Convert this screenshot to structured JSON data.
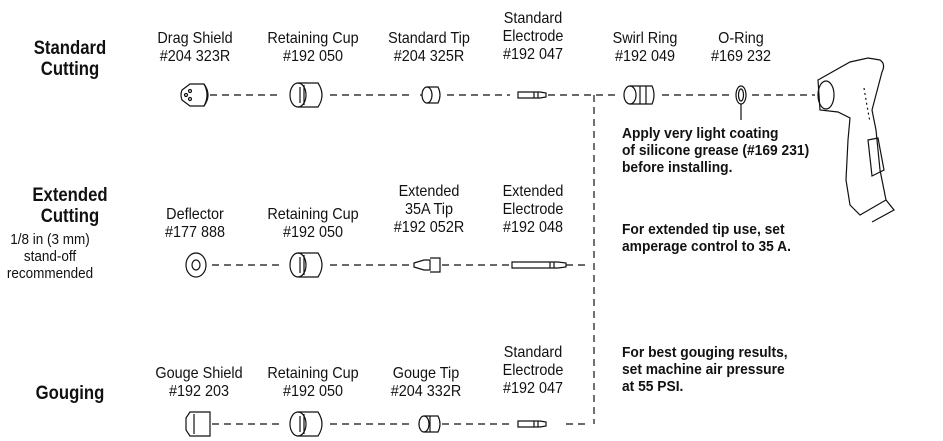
{
  "sections": {
    "standard": {
      "title1": "Standard",
      "title2": "Cutting"
    },
    "extended": {
      "title1": "Extended",
      "title2": "Cutting",
      "note1": "1/8 in (3 mm)",
      "note2": "stand-off",
      "note3": "recommended"
    },
    "gouging": {
      "title": "Gouging"
    }
  },
  "standard_parts": [
    {
      "name": "Drag Shield",
      "number": "#204 323R"
    },
    {
      "name": "Retaining Cup",
      "number": "#192 050"
    },
    {
      "name": "Standard Tip",
      "number": "#204 325R"
    },
    {
      "name1": "Standard",
      "name2": "Electrode",
      "number": "#192 047"
    },
    {
      "name": "Swirl Ring",
      "number": "#192 049"
    },
    {
      "name": "O-Ring",
      "number": "#169 232"
    }
  ],
  "extended_parts": [
    {
      "name": "Deflector",
      "number": "#177 888"
    },
    {
      "name": "Retaining Cup",
      "number": "#192 050"
    },
    {
      "name1": "Extended",
      "name2": "35A Tip",
      "number": "#192 052R"
    },
    {
      "name1": "Extended",
      "name2": "Electrode",
      "number": "#192 048"
    }
  ],
  "gouging_parts": [
    {
      "name": "Gouge Shield",
      "number": "#192 203"
    },
    {
      "name": "Retaining Cup",
      "number": "#192 050"
    },
    {
      "name": "Gouge Tip",
      "number": "#204 332R"
    },
    {
      "name1": "Standard",
      "name2": "Electrode",
      "number": "#192 047"
    }
  ],
  "instructions": {
    "grease": [
      "Apply very light coating",
      "of silicone grease (#169 231)",
      "before installing."
    ],
    "extended": [
      "For extended tip use, set",
      "amperage control to 35 A."
    ],
    "gouging": [
      "For best gouging results,",
      "set machine air pressure",
      "at 55 PSI."
    ]
  }
}
